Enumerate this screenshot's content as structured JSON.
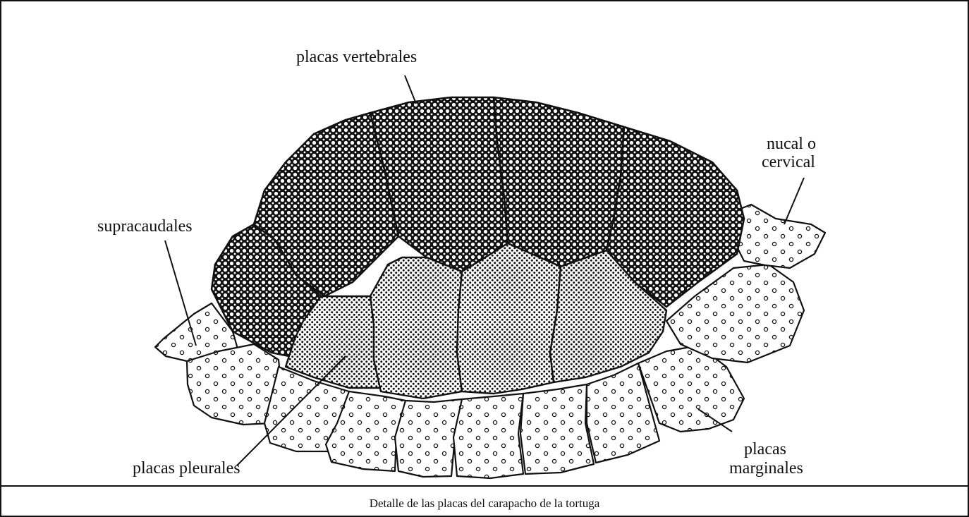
{
  "labels": {
    "vertebrales": "placas vertebrales",
    "nucal_line1": "nucal o",
    "nucal_line2": "cervical",
    "supracaudales": "supracaudales",
    "pleurales": "placas pleurales",
    "marginales_line1": "placas",
    "marginales_line2": "marginales"
  },
  "caption": "Detalle de las placas del carapacho de la tortuga",
  "colors": {
    "ink": "#111111",
    "vertebral_fill": "dense dark crosshatch",
    "pleural_fill": "fine dot stipple",
    "marginal_fill": "open circle pattern"
  }
}
